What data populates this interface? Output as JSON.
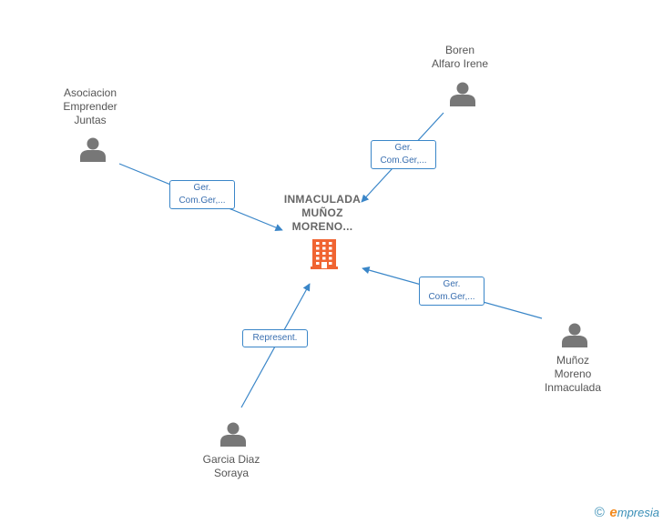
{
  "center": {
    "name_lines": [
      "INMACULADA",
      "MUÑOZ",
      "MORENO..."
    ],
    "icon": "building-icon",
    "icon_color": "#f06432"
  },
  "nodes": [
    {
      "id": "asociacion",
      "lines": [
        "Asociacion",
        "Emprender",
        "Juntas"
      ],
      "icon": "person-icon"
    },
    {
      "id": "boren",
      "lines": [
        "Boren",
        "Alfaro Irene"
      ],
      "icon": "person-icon"
    },
    {
      "id": "munoz",
      "lines": [
        "Muñoz",
        "Moreno",
        "Inmaculada"
      ],
      "icon": "person-icon"
    },
    {
      "id": "garcia",
      "lines": [
        "Garcia Diaz",
        "Soraya"
      ],
      "icon": "person-icon"
    }
  ],
  "edges": [
    {
      "from": "asociacion",
      "lines": [
        "Ger.",
        "Com.Ger,..."
      ]
    },
    {
      "from": "boren",
      "lines": [
        "Ger.",
        "Com.Ger,..."
      ]
    },
    {
      "from": "munoz",
      "lines": [
        "Ger.",
        "Com.Ger,..."
      ]
    },
    {
      "from": "garcia",
      "lines": [
        "Represent."
      ]
    }
  ],
  "colors": {
    "edge": "#3a86c8",
    "person": "#777777",
    "label_text": "#555555"
  },
  "brand": {
    "copyright_symbol": "©",
    "initial": "e",
    "name": "mpresia"
  }
}
